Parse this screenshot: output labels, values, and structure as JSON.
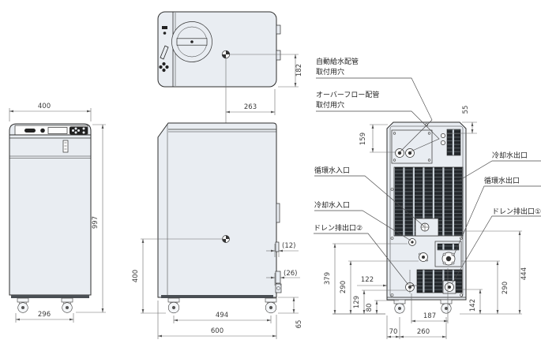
{
  "dimensions": {
    "front_width": "400",
    "front_height": "997",
    "front_caster_span": "296",
    "top_hole_offset_depth": "263",
    "top_hole_offset_side": "182",
    "side_hole_height": "400",
    "side_tab1": "(12)",
    "side_tab2": "(26)",
    "side_caster_span": "494",
    "side_depth": "600",
    "side_caster_height": "65",
    "rear_top_offset": "55",
    "rear_panel_offset": "159",
    "rear_379": "379",
    "rear_left_290": "290",
    "rear_122": "122",
    "rear_129": "129",
    "rear_80": "80",
    "rear_70": "70",
    "rear_260": "260",
    "rear_187": "187",
    "rear_142": "142",
    "rear_right_290": "290",
    "rear_444": "444"
  },
  "labels": {
    "auto_supply_1": "自動給水配管",
    "auto_supply_2": "取付用穴",
    "overflow_1": "オーバーフロー配管",
    "overflow_2": "取付用穴",
    "circulating_inlet": "循環水入口",
    "cooling_inlet": "冷却水入口",
    "drain_outlet_2": "ドレン排出口②",
    "cooling_outlet": "冷却水出口",
    "circulating_outlet": "循環水出口",
    "drain_outlet_1": "ドレン排出口①"
  },
  "colors": {
    "body_fill": "#e9edf2",
    "outline": "#2e2e2e",
    "dimension_line": "#6a6a6a",
    "grille_dark": "#23272b"
  }
}
